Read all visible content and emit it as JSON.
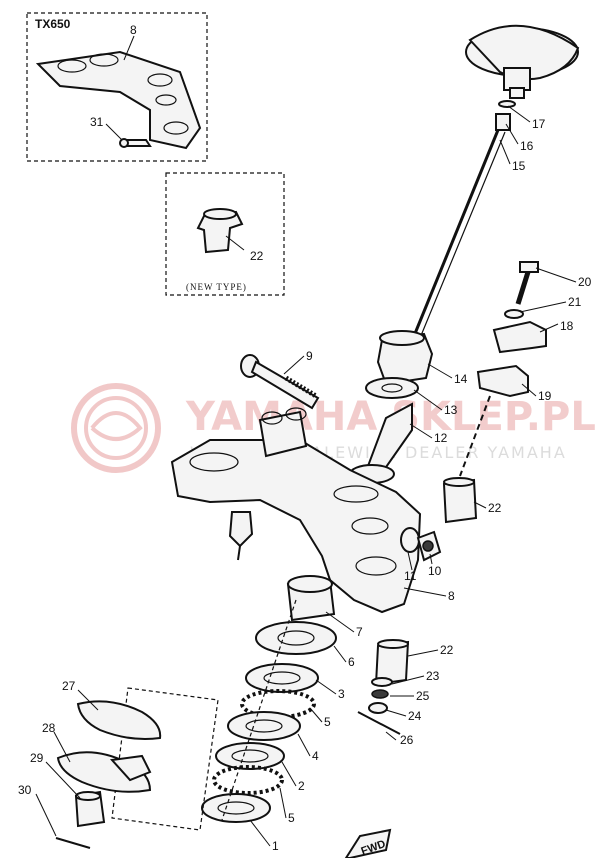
{
  "variant_label": "TX650",
  "new_type_label": "(NEW TYPE)",
  "watermark": {
    "brand": "YAMAHA SKLEP.PL",
    "tagline": "WOJCIECH MALEWICZ DEALER YAMAHA"
  },
  "direction_label": "FWD",
  "callouts": [
    {
      "id": "p8a",
      "text": "8"
    },
    {
      "id": "p31",
      "text": "31"
    },
    {
      "id": "p22a",
      "text": "22"
    },
    {
      "id": "p17",
      "text": "17"
    },
    {
      "id": "p16",
      "text": "16"
    },
    {
      "id": "p15",
      "text": "15"
    },
    {
      "id": "p20",
      "text": "20"
    },
    {
      "id": "p21",
      "text": "21"
    },
    {
      "id": "p18",
      "text": "18"
    },
    {
      "id": "p9",
      "text": "9"
    },
    {
      "id": "p14",
      "text": "14"
    },
    {
      "id": "p19",
      "text": "19"
    },
    {
      "id": "p13",
      "text": "13"
    },
    {
      "id": "p12",
      "text": "12"
    },
    {
      "id": "p22b",
      "text": "22"
    },
    {
      "id": "p11",
      "text": "11"
    },
    {
      "id": "p10",
      "text": "10"
    },
    {
      "id": "p8b",
      "text": "8"
    },
    {
      "id": "p7",
      "text": "7"
    },
    {
      "id": "p22c",
      "text": "22"
    },
    {
      "id": "p6",
      "text": "6"
    },
    {
      "id": "p23",
      "text": "23"
    },
    {
      "id": "p3",
      "text": "3"
    },
    {
      "id": "p25",
      "text": "25"
    },
    {
      "id": "p27",
      "text": "27"
    },
    {
      "id": "p5a",
      "text": "5"
    },
    {
      "id": "p24",
      "text": "24"
    },
    {
      "id": "p28",
      "text": "28"
    },
    {
      "id": "p26",
      "text": "26"
    },
    {
      "id": "p4",
      "text": "4"
    },
    {
      "id": "p29",
      "text": "29"
    },
    {
      "id": "p2",
      "text": "2"
    },
    {
      "id": "p30",
      "text": "30"
    },
    {
      "id": "p5b",
      "text": "5"
    },
    {
      "id": "p1",
      "text": "1"
    }
  ],
  "colors": {
    "ink": "#111111",
    "watermark_red": "#e8a3a3",
    "watermark_grey": "#dcdcdc"
  }
}
